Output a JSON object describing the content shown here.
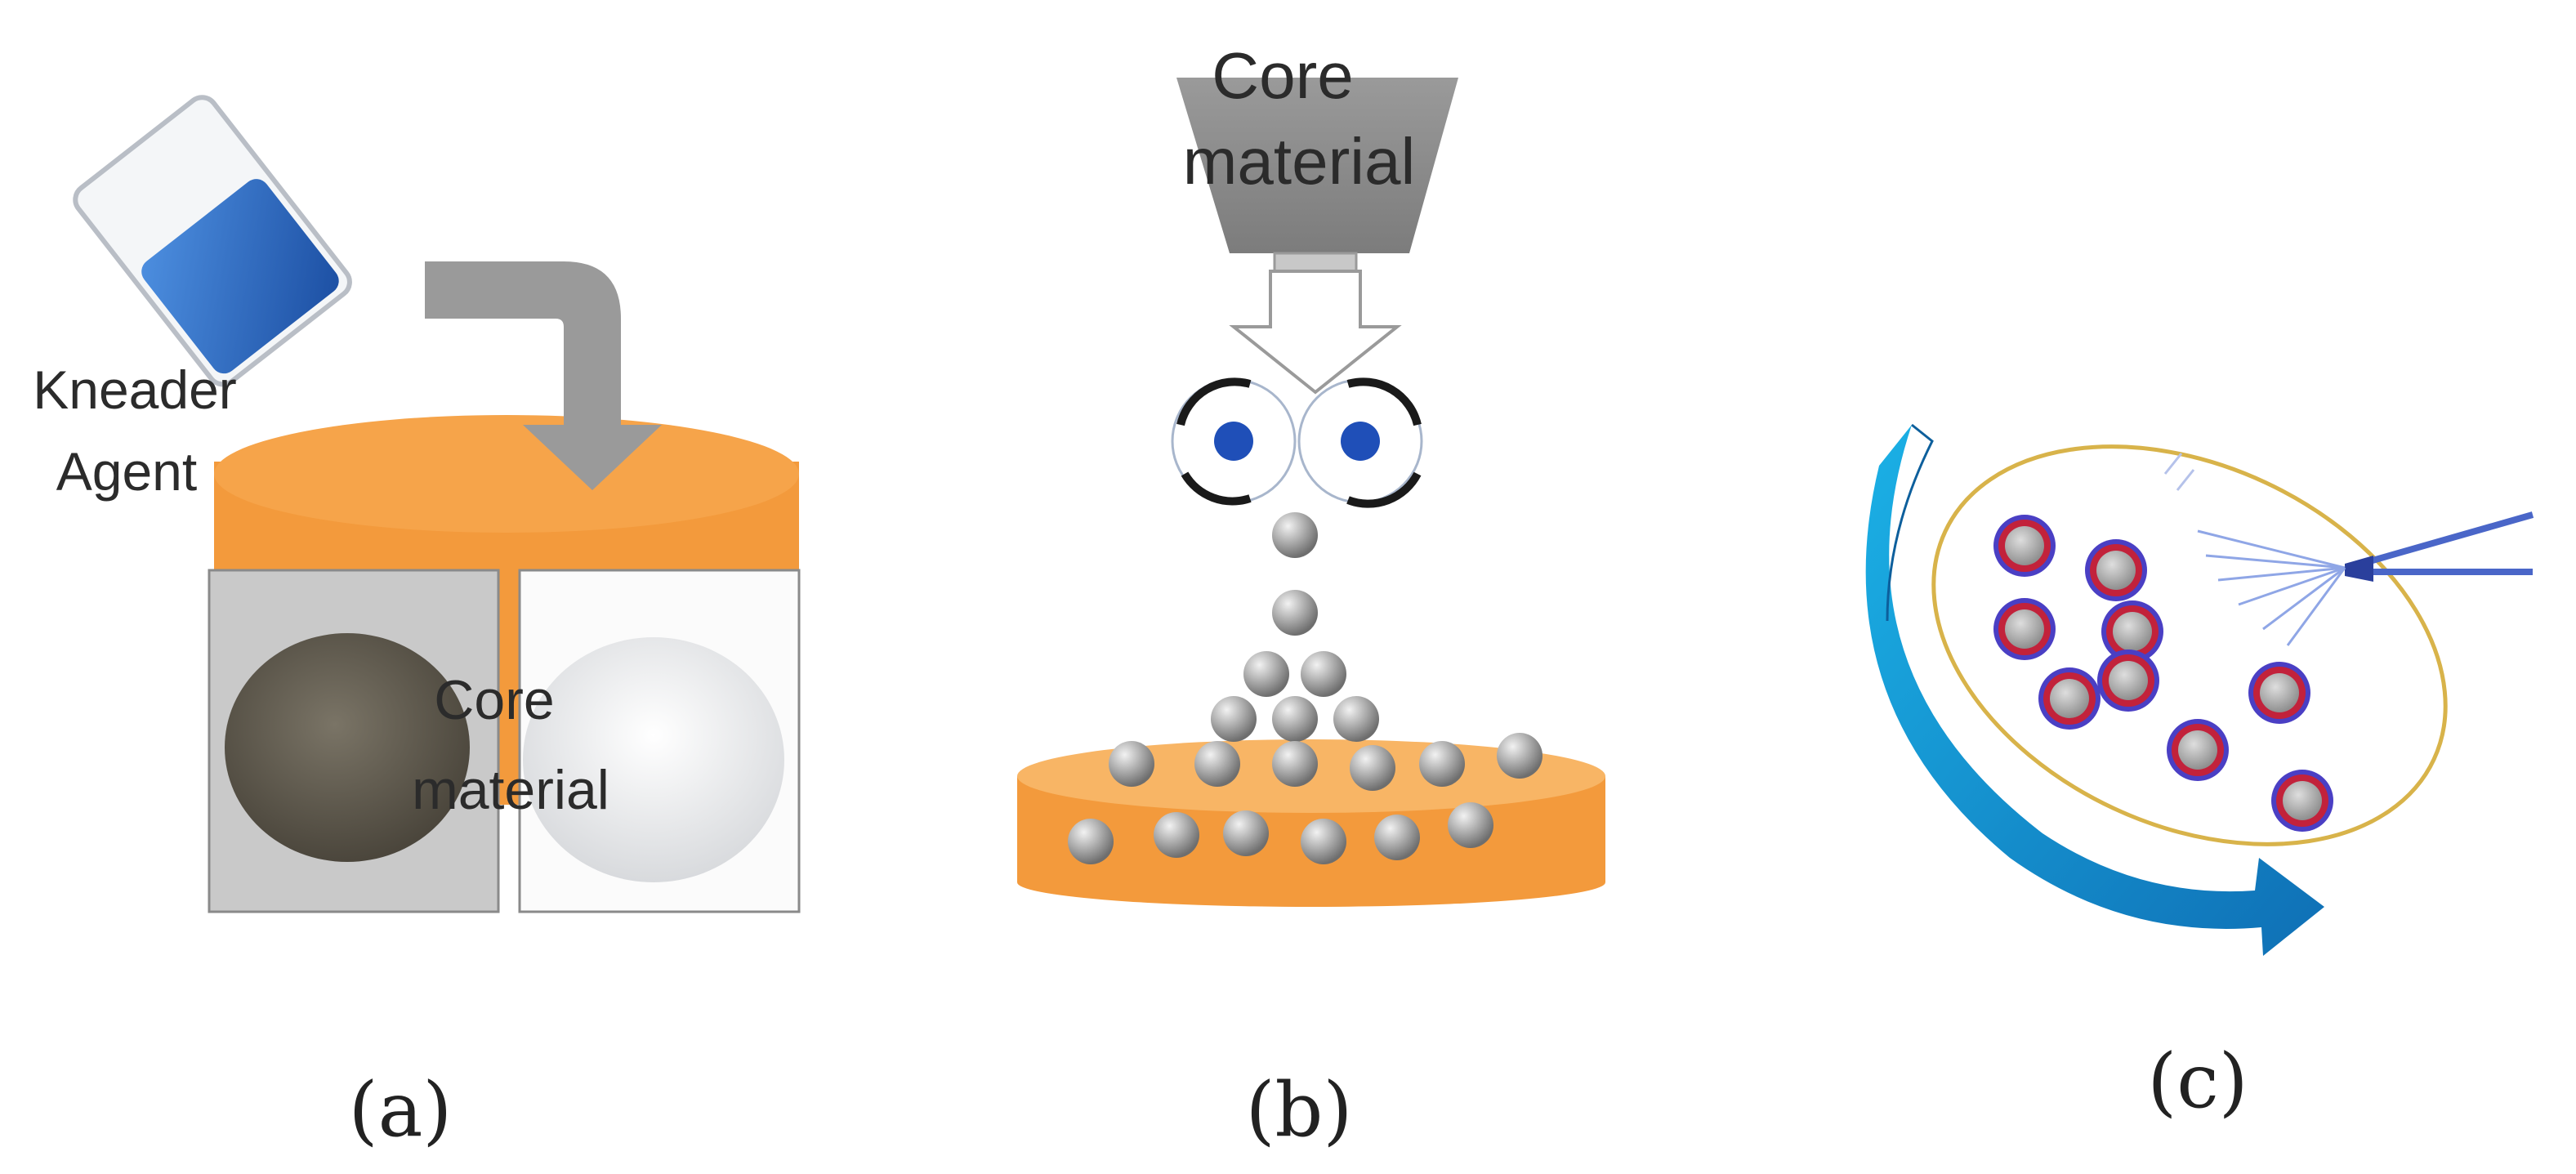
{
  "panels": [
    {
      "id": "a",
      "caption": "(a)",
      "beaker_label_line1": "Kneader",
      "beaker_label_line2": "Agent",
      "core_label_line1": "Core",
      "core_label_line2": "material"
    },
    {
      "id": "b",
      "caption": "(b)",
      "hopper_label_line1": "Core",
      "hopper_label_line2": "material"
    },
    {
      "id": "c",
      "caption": "(c)"
    }
  ],
  "colors": {
    "plate_orange": "#F39A3C",
    "plate_orange_light": "#F8B565",
    "beaker_blue": "#2E6FC7",
    "roller_blue": "#1F4FB8",
    "hopper_gray": "#8E8E8E",
    "arrow_gray": "#9A9A9A",
    "particle_gray": "#A9A9A9",
    "coated_red": "#C2223B",
    "coated_blue": "#4A3FC4",
    "rotation_arrow": "#1A90D0",
    "dish_rim": "#D8B34A"
  }
}
